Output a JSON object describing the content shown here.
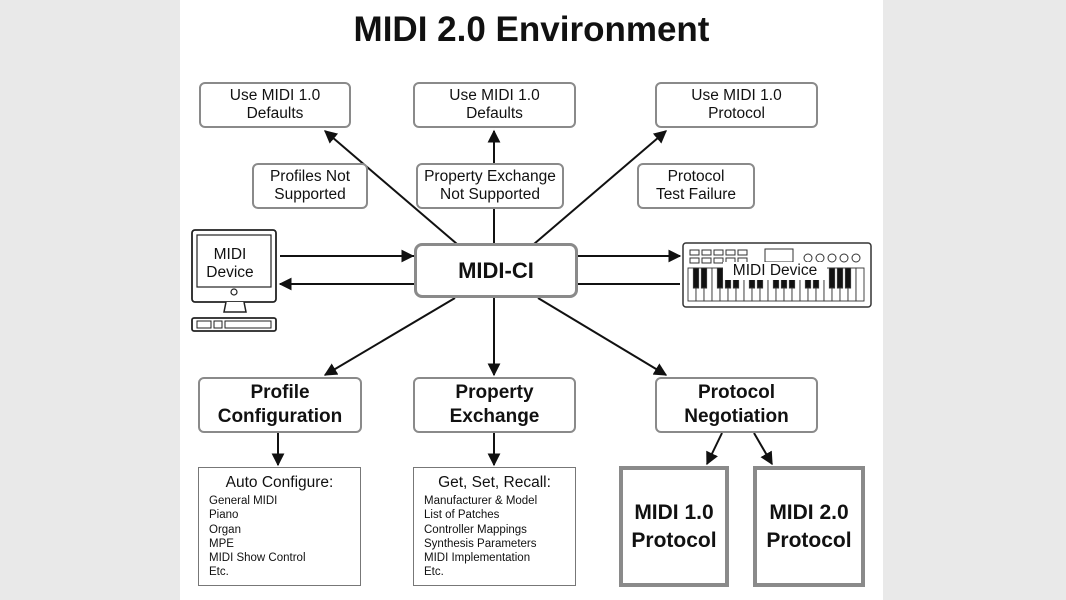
{
  "title": "MIDI 2.0 Environment",
  "top_boxes": [
    {
      "line1": "Use MIDI 1.0",
      "line2": "Defaults"
    },
    {
      "line1": "Use MIDI 1.0",
      "line2": "Defaults"
    },
    {
      "line1": "Use MIDI 1.0",
      "line2": "Protocol"
    }
  ],
  "condition_boxes": [
    {
      "line1": "Profiles Not",
      "line2": "Supported"
    },
    {
      "line1": "Property Exchange",
      "line2": "Not Supported"
    },
    {
      "line1": "Protocol",
      "line2": "Test Failure"
    }
  ],
  "center": "MIDI-CI",
  "left_device": {
    "line1": "MIDI",
    "line2": "Device"
  },
  "right_device": "MIDI Device",
  "feature_boxes": [
    {
      "line1": "Profile",
      "line2": "Configuration"
    },
    {
      "line1": "Property",
      "line2": "Exchange"
    },
    {
      "line1": "Protocol",
      "line2": "Negotiation"
    }
  ],
  "profile_list": {
    "heading": "Auto Configure:",
    "items": [
      "General MIDI",
      "Piano",
      "Organ",
      "MPE",
      "MIDI Show Control",
      "Etc."
    ]
  },
  "property_list": {
    "heading": "Get, Set, Recall:",
    "items": [
      "Manufacturer & Model",
      "List of Patches",
      "Controller Mappings",
      "Synthesis Parameters",
      "MIDI Implementation",
      "Etc."
    ]
  },
  "protocols": [
    {
      "line1": "MIDI 1.0",
      "line2": "Protocol"
    },
    {
      "line1": "MIDI 2.0",
      "line2": "Protocol"
    }
  ]
}
